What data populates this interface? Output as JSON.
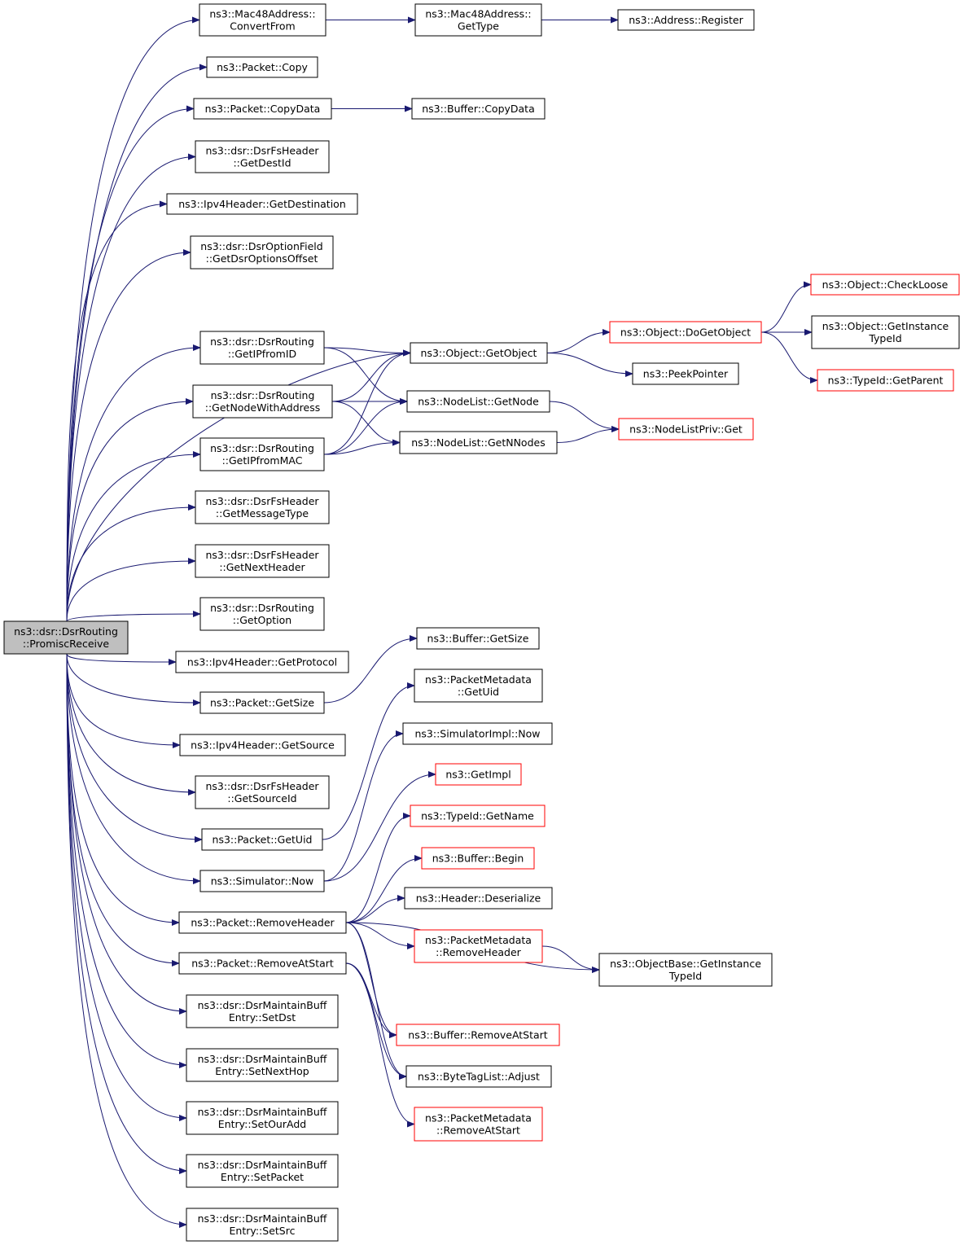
{
  "colors": {
    "edge": "#191970",
    "node_border": "#000000",
    "incomplete_border": "#ff0000",
    "root_fill": "#bfbfbf",
    "node_fill": "#ffffff"
  },
  "nodes": [
    {
      "id": "root",
      "lines": [
        "ns3::dsr::DsrRouting",
        "::PromiscReceive"
      ],
      "style": "root"
    },
    {
      "id": "mac_convert",
      "lines": [
        "ns3::Mac48Address::",
        "ConvertFrom"
      ],
      "style": "normal"
    },
    {
      "id": "mac_gettype",
      "lines": [
        "ns3::Mac48Address::",
        "GetType"
      ],
      "style": "normal"
    },
    {
      "id": "addr_register",
      "lines": [
        "ns3::Address::Register"
      ],
      "style": "normal"
    },
    {
      "id": "pkt_copy",
      "lines": [
        "ns3::Packet::Copy"
      ],
      "style": "normal"
    },
    {
      "id": "pkt_copydata",
      "lines": [
        "ns3::Packet::CopyData"
      ],
      "style": "normal"
    },
    {
      "id": "buf_copydata",
      "lines": [
        "ns3::Buffer::CopyData"
      ],
      "style": "normal"
    },
    {
      "id": "fs_getdestid",
      "lines": [
        "ns3::dsr::DsrFsHeader",
        "::GetDestId"
      ],
      "style": "normal"
    },
    {
      "id": "ipv4_getdest",
      "lines": [
        "ns3::Ipv4Header::GetDestination"
      ],
      "style": "normal"
    },
    {
      "id": "opt_getoffset",
      "lines": [
        "ns3::dsr::DsrOptionField",
        "::GetDsrOptionsOffset"
      ],
      "style": "normal"
    },
    {
      "id": "obj_checkloose",
      "lines": [
        "ns3::Object::CheckLoose"
      ],
      "style": "incomplete"
    },
    {
      "id": "obj_dogetobject",
      "lines": [
        "ns3::Object::DoGetObject"
      ],
      "style": "incomplete"
    },
    {
      "id": "obj_getinstance",
      "lines": [
        "ns3::Object::GetInstance",
        "TypeId"
      ],
      "style": "normal"
    },
    {
      "id": "dsr_getipfromid",
      "lines": [
        "ns3::dsr::DsrRouting",
        "::GetIPfromID"
      ],
      "style": "normal"
    },
    {
      "id": "obj_getobject",
      "lines": [
        "ns3::Object::GetObject"
      ],
      "style": "normal"
    },
    {
      "id": "peekpointer",
      "lines": [
        "ns3::PeekPointer"
      ],
      "style": "normal"
    },
    {
      "id": "typeid_getparent",
      "lines": [
        "ns3::TypeId::GetParent"
      ],
      "style": "incomplete"
    },
    {
      "id": "dsr_getnodewithaddr",
      "lines": [
        "ns3::dsr::DsrRouting",
        "::GetNodeWithAddress"
      ],
      "style": "normal"
    },
    {
      "id": "nodelist_getnode",
      "lines": [
        "ns3::NodeList::GetNode"
      ],
      "style": "normal"
    },
    {
      "id": "nodelistpriv_get",
      "lines": [
        "ns3::NodeListPriv::Get"
      ],
      "style": "incomplete"
    },
    {
      "id": "dsr_getipfrommac",
      "lines": [
        "ns3::dsr::DsrRouting",
        "::GetIPfromMAC"
      ],
      "style": "normal"
    },
    {
      "id": "nodelist_getnnodes",
      "lines": [
        "ns3::NodeList::GetNNodes"
      ],
      "style": "normal"
    },
    {
      "id": "fs_getmsgtype",
      "lines": [
        "ns3::dsr::DsrFsHeader",
        "::GetMessageType"
      ],
      "style": "normal"
    },
    {
      "id": "fs_getnextheader",
      "lines": [
        "ns3::dsr::DsrFsHeader",
        "::GetNextHeader"
      ],
      "style": "normal"
    },
    {
      "id": "dsr_getoption",
      "lines": [
        "ns3::dsr::DsrRouting",
        "::GetOption"
      ],
      "style": "normal"
    },
    {
      "id": "buf_getsize",
      "lines": [
        "ns3::Buffer::GetSize"
      ],
      "style": "normal"
    },
    {
      "id": "ipv4_getprotocol",
      "lines": [
        "ns3::Ipv4Header::GetProtocol"
      ],
      "style": "normal"
    },
    {
      "id": "pktmeta_getuid",
      "lines": [
        "ns3::PacketMetadata",
        "::GetUid"
      ],
      "style": "normal"
    },
    {
      "id": "pkt_getsize",
      "lines": [
        "ns3::Packet::GetSize"
      ],
      "style": "normal"
    },
    {
      "id": "simimpl_now",
      "lines": [
        "ns3::SimulatorImpl::Now"
      ],
      "style": "normal"
    },
    {
      "id": "ipv4_getsource",
      "lines": [
        "ns3::Ipv4Header::GetSource"
      ],
      "style": "normal"
    },
    {
      "id": "getimpl",
      "lines": [
        "ns3::GetImpl"
      ],
      "style": "incomplete"
    },
    {
      "id": "fs_getsourceid",
      "lines": [
        "ns3::dsr::DsrFsHeader",
        "::GetSourceId"
      ],
      "style": "normal"
    },
    {
      "id": "typeid_getname",
      "lines": [
        "ns3::TypeId::GetName"
      ],
      "style": "incomplete"
    },
    {
      "id": "pkt_getuid",
      "lines": [
        "ns3::Packet::GetUid"
      ],
      "style": "normal"
    },
    {
      "id": "buf_begin",
      "lines": [
        "ns3::Buffer::Begin"
      ],
      "style": "incomplete"
    },
    {
      "id": "sim_now",
      "lines": [
        "ns3::Simulator::Now"
      ],
      "style": "normal"
    },
    {
      "id": "hdr_deserialize",
      "lines": [
        "ns3::Header::Deserialize"
      ],
      "style": "normal"
    },
    {
      "id": "pkt_removeheader",
      "lines": [
        "ns3::Packet::RemoveHeader"
      ],
      "style": "normal"
    },
    {
      "id": "pktmeta_removeheader",
      "lines": [
        "ns3::PacketMetadata",
        "::RemoveHeader"
      ],
      "style": "incomplete"
    },
    {
      "id": "pkt_removeatstart",
      "lines": [
        "ns3::Packet::RemoveAtStart"
      ],
      "style": "normal"
    },
    {
      "id": "objbase_getinstance",
      "lines": [
        "ns3::ObjectBase::GetInstance",
        "TypeId"
      ],
      "style": "normal"
    },
    {
      "id": "mb_setdst",
      "lines": [
        "ns3::dsr::DsrMaintainBuff",
        "Entry::SetDst"
      ],
      "style": "normal"
    },
    {
      "id": "buf_removeatstart",
      "lines": [
        "ns3::Buffer::RemoveAtStart"
      ],
      "style": "incomplete"
    },
    {
      "id": "mb_setnexthop",
      "lines": [
        "ns3::dsr::DsrMaintainBuff",
        "Entry::SetNextHop"
      ],
      "style": "normal"
    },
    {
      "id": "bytetag_adjust",
      "lines": [
        "ns3::ByteTagList::Adjust"
      ],
      "style": "normal"
    },
    {
      "id": "mb_setouradd",
      "lines": [
        "ns3::dsr::DsrMaintainBuff",
        "Entry::SetOurAdd"
      ],
      "style": "normal"
    },
    {
      "id": "pktmeta_removeatstart",
      "lines": [
        "ns3::PacketMetadata",
        "::RemoveAtStart"
      ],
      "style": "incomplete"
    },
    {
      "id": "mb_setpacket",
      "lines": [
        "ns3::dsr::DsrMaintainBuff",
        "Entry::SetPacket"
      ],
      "style": "normal"
    },
    {
      "id": "mb_setsrc",
      "lines": [
        "ns3::dsr::DsrMaintainBuff",
        "Entry::SetSrc"
      ],
      "style": "normal"
    }
  ],
  "edges": [
    [
      "root",
      "mac_convert"
    ],
    [
      "root",
      "pkt_copy"
    ],
    [
      "root",
      "pkt_copydata"
    ],
    [
      "root",
      "fs_getdestid"
    ],
    [
      "root",
      "ipv4_getdest"
    ],
    [
      "root",
      "opt_getoffset"
    ],
    [
      "root",
      "obj_getobject"
    ],
    [
      "root",
      "dsr_getipfromid"
    ],
    [
      "root",
      "dsr_getnodewithaddr"
    ],
    [
      "root",
      "dsr_getipfrommac"
    ],
    [
      "root",
      "fs_getmsgtype"
    ],
    [
      "root",
      "fs_getnextheader"
    ],
    [
      "root",
      "dsr_getoption"
    ],
    [
      "root",
      "ipv4_getprotocol"
    ],
    [
      "root",
      "pkt_getsize"
    ],
    [
      "root",
      "ipv4_getsource"
    ],
    [
      "root",
      "fs_getsourceid"
    ],
    [
      "root",
      "pkt_getuid"
    ],
    [
      "root",
      "sim_now"
    ],
    [
      "root",
      "pkt_removeheader"
    ],
    [
      "root",
      "pkt_removeatstart"
    ],
    [
      "root",
      "mb_setdst"
    ],
    [
      "root",
      "mb_setnexthop"
    ],
    [
      "root",
      "mb_setouradd"
    ],
    [
      "root",
      "mb_setpacket"
    ],
    [
      "root",
      "mb_setsrc"
    ],
    [
      "mac_convert",
      "mac_gettype"
    ],
    [
      "mac_gettype",
      "addr_register"
    ],
    [
      "pkt_copydata",
      "buf_copydata"
    ],
    [
      "obj_getobject",
      "obj_dogetobject"
    ],
    [
      "obj_getobject",
      "peekpointer"
    ],
    [
      "obj_dogetobject",
      "obj_checkloose"
    ],
    [
      "obj_dogetobject",
      "obj_getinstance"
    ],
    [
      "obj_dogetobject",
      "typeid_getparent"
    ],
    [
      "dsr_getipfromid",
      "obj_getobject"
    ],
    [
      "dsr_getipfromid",
      "nodelist_getnode"
    ],
    [
      "dsr_getnodewithaddr",
      "obj_getobject"
    ],
    [
      "dsr_getnodewithaddr",
      "nodelist_getnode"
    ],
    [
      "dsr_getnodewithaddr",
      "nodelist_getnnodes"
    ],
    [
      "dsr_getipfrommac",
      "obj_getobject"
    ],
    [
      "dsr_getipfrommac",
      "nodelist_getnode"
    ],
    [
      "dsr_getipfrommac",
      "nodelist_getnnodes"
    ],
    [
      "nodelist_getnode",
      "nodelistpriv_get"
    ],
    [
      "nodelist_getnnodes",
      "nodelistpriv_get"
    ],
    [
      "pkt_getsize",
      "buf_getsize"
    ],
    [
      "pkt_getuid",
      "pktmeta_getuid"
    ],
    [
      "sim_now",
      "simimpl_now"
    ],
    [
      "sim_now",
      "getimpl"
    ],
    [
      "pkt_removeheader",
      "typeid_getname"
    ],
    [
      "pkt_removeheader",
      "buf_begin"
    ],
    [
      "pkt_removeheader",
      "hdr_deserialize"
    ],
    [
      "pkt_removeheader",
      "pktmeta_removeheader"
    ],
    [
      "pkt_removeheader",
      "objbase_getinstance"
    ],
    [
      "pkt_removeheader",
      "buf_removeatstart"
    ],
    [
      "pkt_removeheader",
      "bytetag_adjust"
    ],
    [
      "pktmeta_removeheader",
      "objbase_getinstance"
    ],
    [
      "pkt_removeatstart",
      "buf_removeatstart"
    ],
    [
      "pkt_removeatstart",
      "bytetag_adjust"
    ],
    [
      "pkt_removeatstart",
      "pktmeta_removeatstart"
    ]
  ]
}
